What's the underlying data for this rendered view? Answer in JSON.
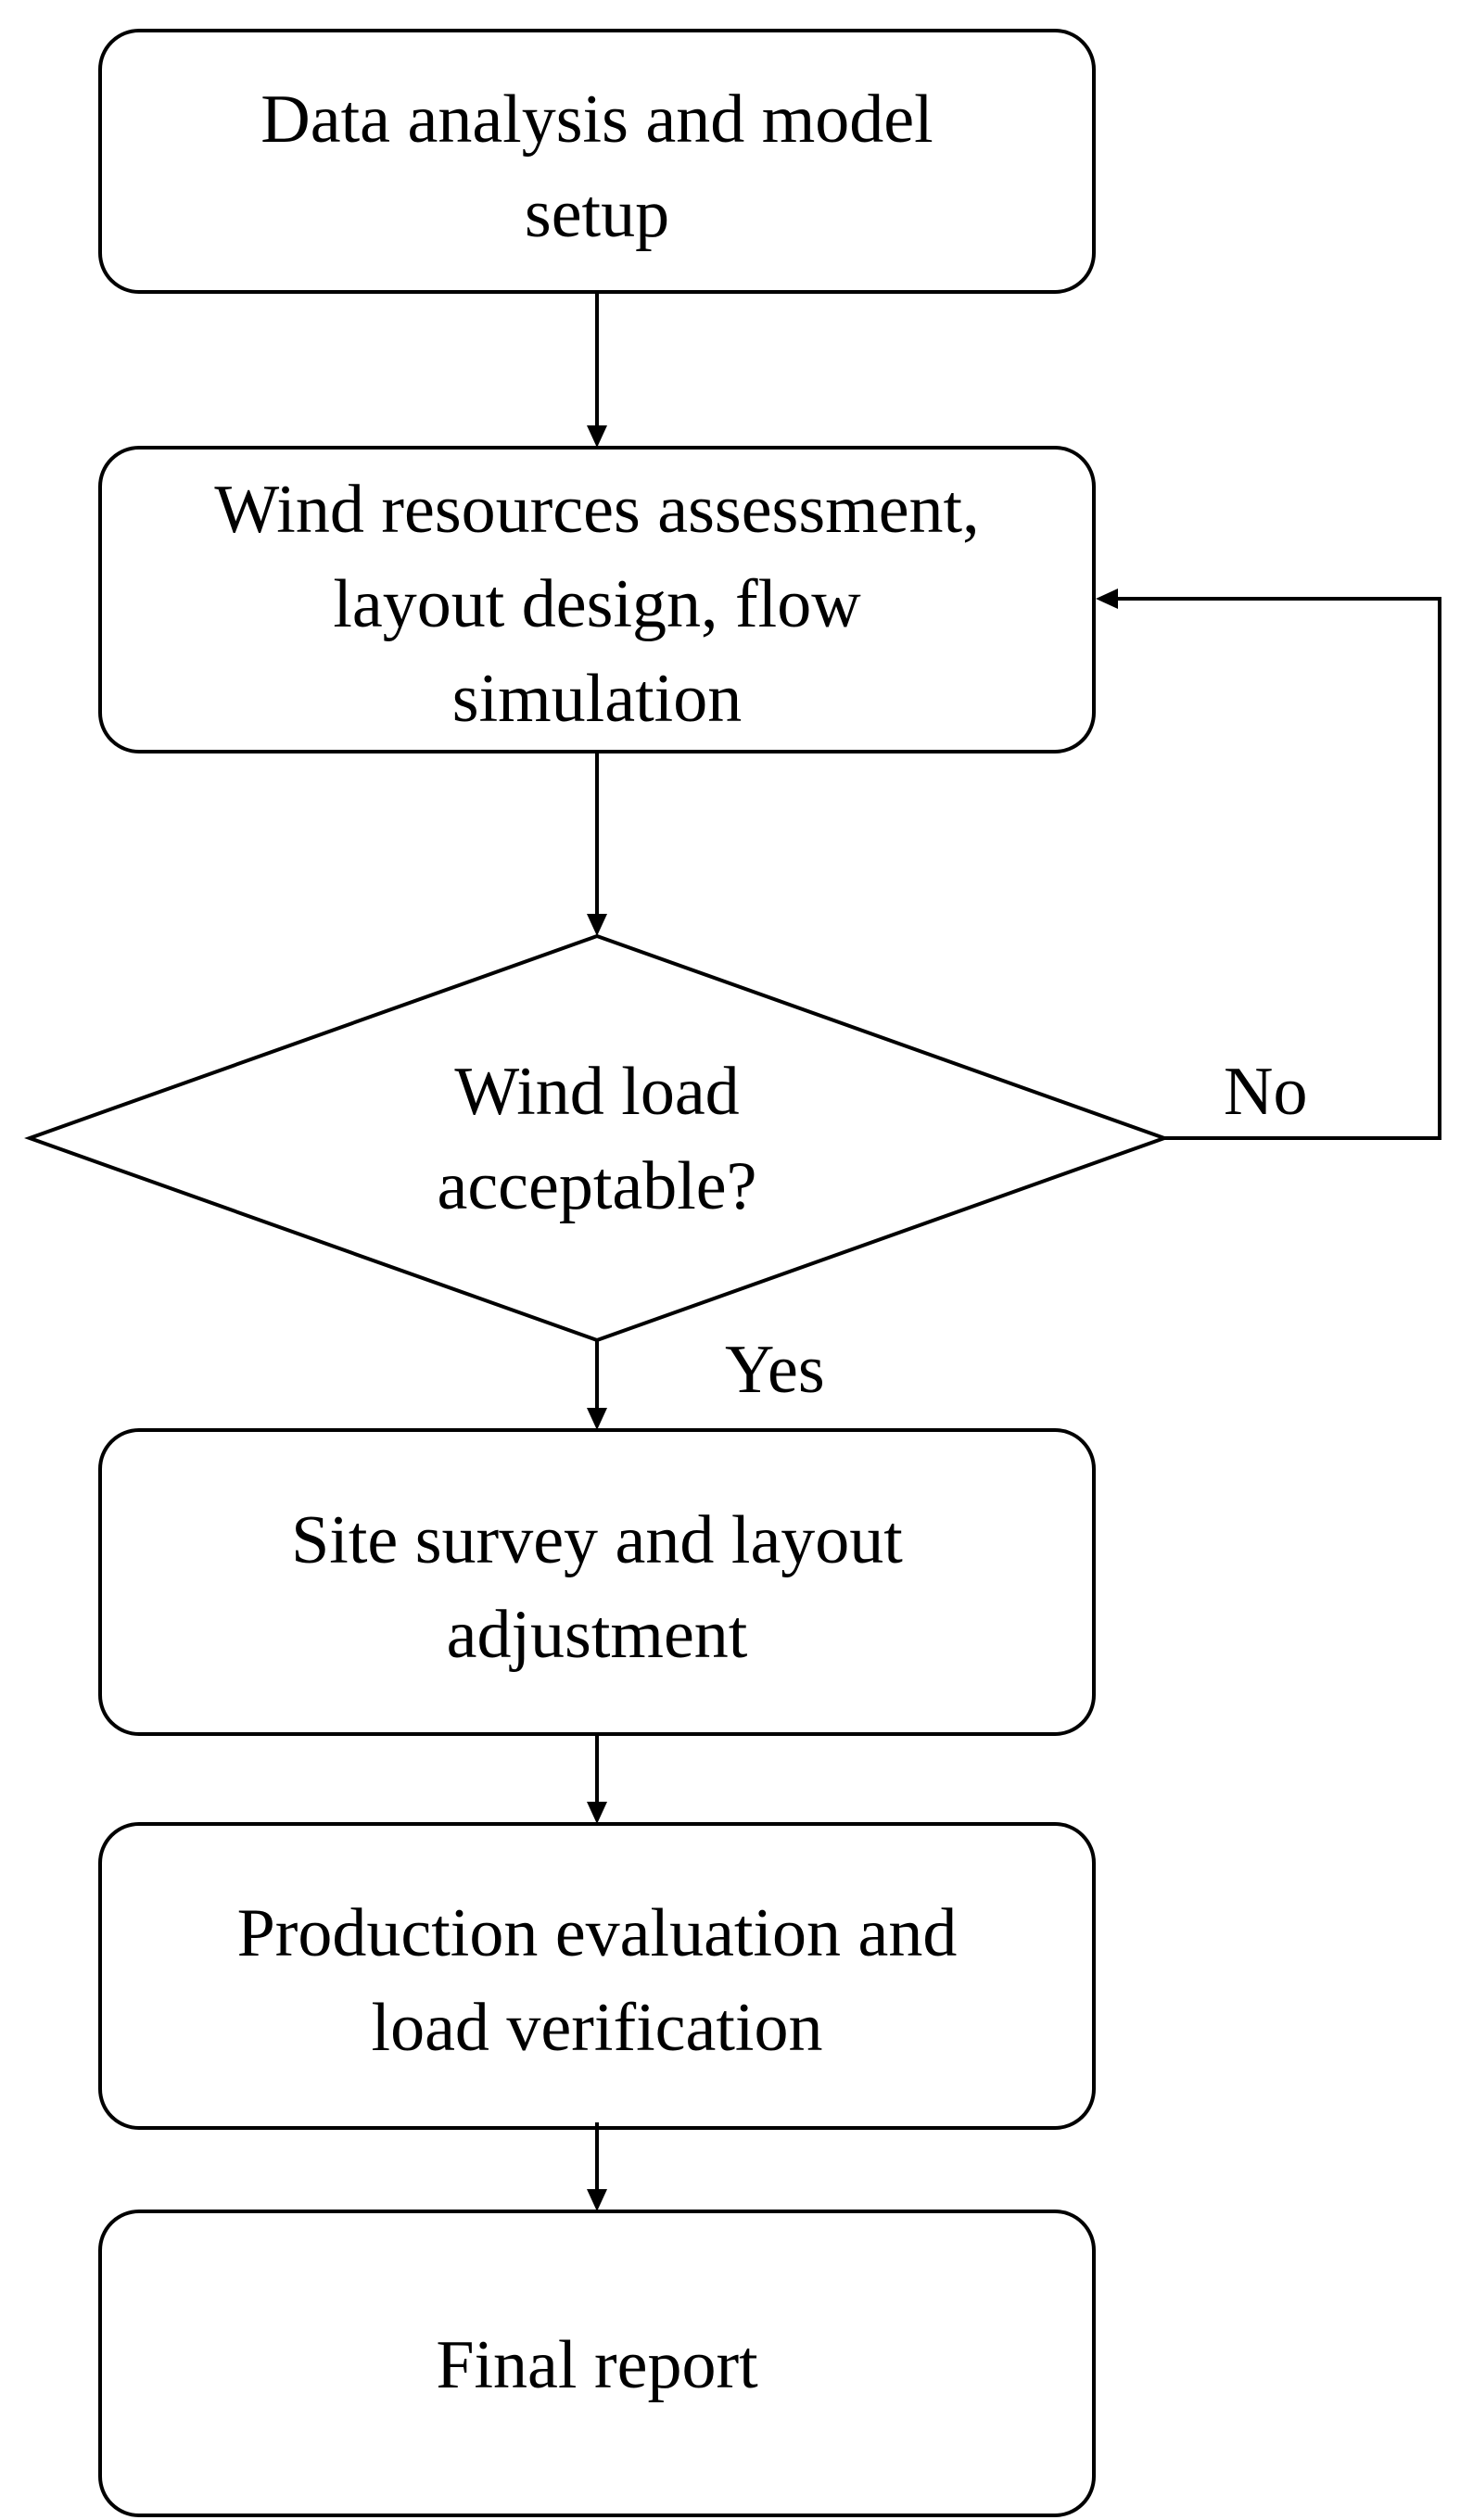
{
  "diagram": {
    "nodes": [
      {
        "id": "data-analysis",
        "kind": "process",
        "lines": [
          "Data analysis and model",
          "setup"
        ]
      },
      {
        "id": "wind-resources",
        "kind": "process",
        "lines": [
          "Wind resources assessment,",
          "layout design, flow",
          "simulation"
        ]
      },
      {
        "id": "wind-load-check",
        "kind": "decision",
        "lines": [
          "Wind load",
          "acceptable?"
        ]
      },
      {
        "id": "site-survey",
        "kind": "process",
        "lines": [
          "Site survey and layout",
          "adjustment"
        ]
      },
      {
        "id": "production-evaluation",
        "kind": "process",
        "lines": [
          "Production evaluation and",
          "load verification"
        ]
      },
      {
        "id": "final-report",
        "kind": "process",
        "lines": [
          "Final report"
        ]
      }
    ],
    "edges": [
      {
        "from": "data-analysis",
        "to": "wind-resources",
        "label": ""
      },
      {
        "from": "wind-resources",
        "to": "wind-load-check",
        "label": ""
      },
      {
        "from": "wind-load-check",
        "to": "wind-resources",
        "label": "No"
      },
      {
        "from": "wind-load-check",
        "to": "site-survey",
        "label": "Yes"
      },
      {
        "from": "site-survey",
        "to": "production-evaluation",
        "label": ""
      },
      {
        "from": "production-evaluation",
        "to": "final-report",
        "label": ""
      }
    ]
  }
}
